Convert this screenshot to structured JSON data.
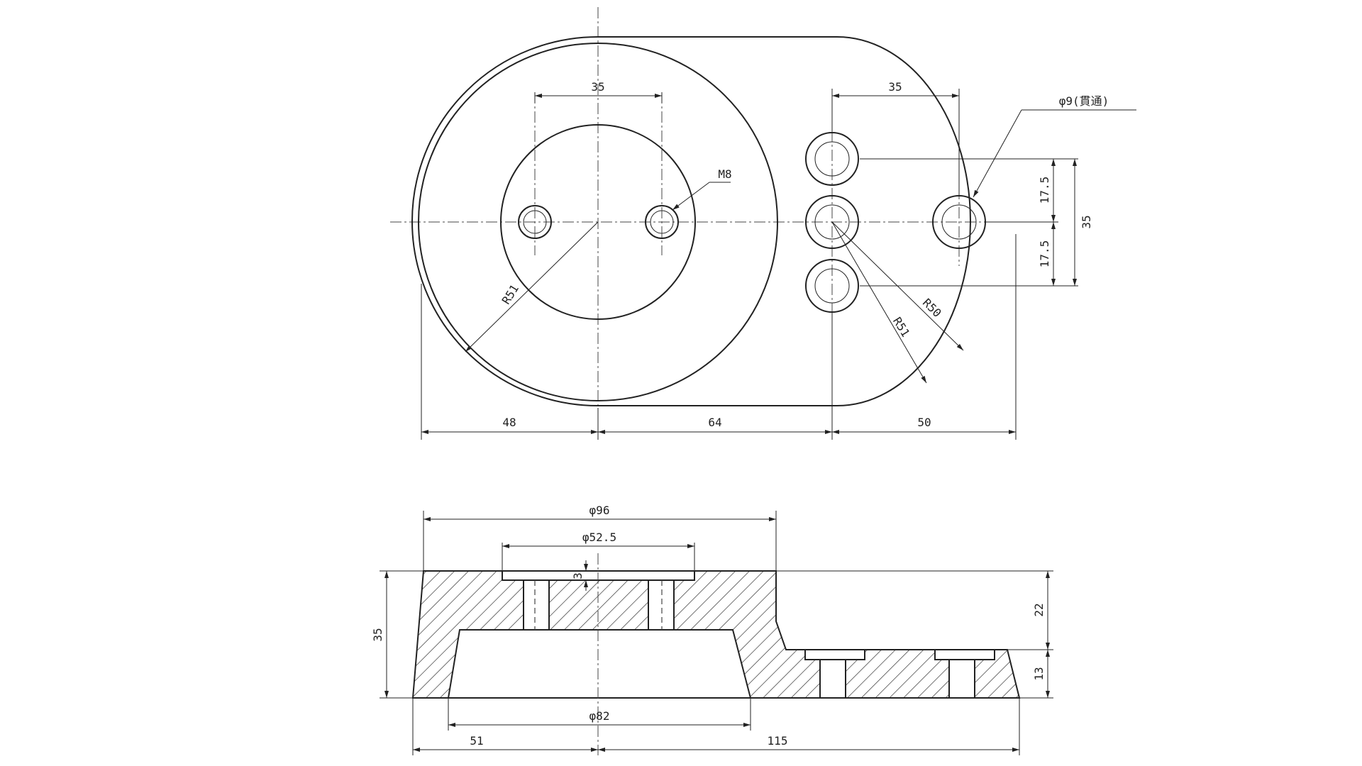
{
  "top_view": {
    "dims": {
      "hole_spacing_left": "35",
      "hole_spacing_right": "35",
      "m8": "M8",
      "phi9": "φ9(貫通)",
      "r51_left": "R51",
      "r51_right": "R51",
      "r50": "R50",
      "v17_5_top": "17.5",
      "v17_5_bottom": "17.5",
      "v35": "35",
      "h48": "48",
      "h64": "64",
      "h50": "50"
    }
  },
  "section_view": {
    "dims": {
      "phi96": "φ96",
      "phi52_5": "φ52.5",
      "depth3": "3",
      "height35": "35",
      "phi82": "φ82",
      "height22": "22",
      "height13": "13",
      "bottom51": "51",
      "bottom115": "115"
    }
  },
  "colors": {
    "line": "#222222",
    "background": "#ffffff"
  }
}
